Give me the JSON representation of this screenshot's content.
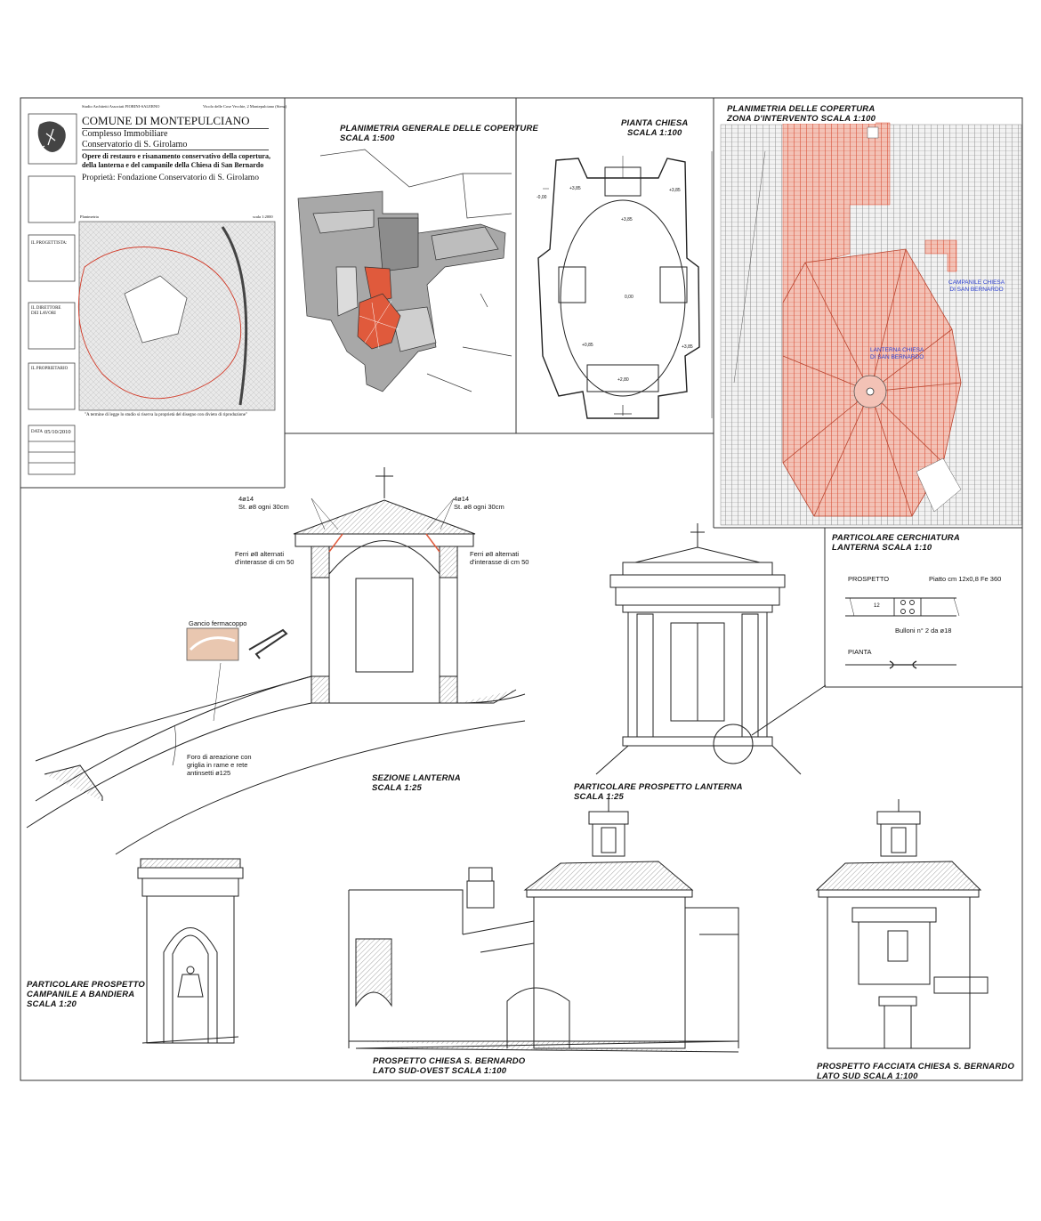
{
  "title_block": {
    "studio": "Studio Architetti Associati FIORINI-SALERNO",
    "address": "Vicolo delle Cose Vecchie, 2 Montepulciano (Siena)",
    "municipality": "COMUNE DI MONTEPULCIANO",
    "complex_line1": "Complesso Immobiliare",
    "complex_line2": "Conservatorio di S. Girolamo",
    "works_line1": "Opere di restauro e risanamento conservativo della copertura,",
    "works_line2": "della lanterna e del campanile della Chiesa di San Bernardo",
    "property": "Proprietà: Fondazione Conservatorio di S. Girolamo",
    "map_label": "Planimetria",
    "map_scale": "scala 1:2000",
    "role_designer": "IL PROGETTISTA:",
    "role_director_1": "IL DIRETTORE",
    "role_director_2": "DEI LAVORI",
    "role_owner": "IL PROPRIETARIO",
    "copyright": "\"A termine di legge lo studio si riserva la proprietà del disegno con divieto di riproduzione\"",
    "date_label": "DATA",
    "date_value": "05/10/2010"
  },
  "panels": {
    "roof_general": {
      "title_1": "PLANIMETRIA GENERALE DELLE COPERTURE",
      "title_2": "SCALA 1:500"
    },
    "church_plan": {
      "title_1": "PIANTA CHIESA",
      "title_2": "SCALA 1:100",
      "levels": [
        "+3,85",
        "+3,85",
        "+3,85",
        "+3,85",
        "0,00",
        "+0,85",
        "-0,00",
        "+2,80"
      ]
    },
    "roof_zone": {
      "title_1": "PLANIMETRIA DELLE COPERTURA",
      "title_2": "ZONA D'INTERVENTO SCALA  1:100",
      "label_bell_1": "CAMPANILE CHIESA",
      "label_bell_2": "DI SAN BERNARDO",
      "label_lantern_1": "LANTERNA CHIESA",
      "label_lantern_2": "DI SAN BERNARDO"
    },
    "section": {
      "title_1": "SEZIONE LANTERNA",
      "title_2": "SCALA 1:25",
      "rebar_left_1": "4ø14",
      "rebar_left_2": "St. ø8 ogni 30cm",
      "rebar_right_1": "4ø14",
      "rebar_right_2": "St. ø8 ogni 30cm",
      "ferri_left_1": "Ferri ø8 alternati",
      "ferri_left_2": "d'interasse di cm 50",
      "ferri_right_1": "Ferri ø8 alternati",
      "ferri_right_2": "d'interasse di cm 50",
      "hook": "Gancio fermacoppo",
      "vent_1": "Foro di areazione con",
      "vent_2": "griglia in rame e rete",
      "vent_3": "antinsetti ø125"
    },
    "lantern_elev": {
      "title_1": "PARTICOLARE PROSPETTO LANTERNA",
      "title_2": "SCALA 1:25"
    },
    "ring_detail": {
      "title_1": "PARTICOLARE CERCHIATURA",
      "title_2": "LANTERNA SCALA 1:10",
      "prospetto": "PROSPETTO",
      "plate": "Piatto cm 12x0,8 Fe 360",
      "dim": "12",
      "bolts": "Bulloni n° 2 da ø18",
      "pianta": "PIANTA"
    },
    "belfry": {
      "title_1": "PARTICOLARE PROSPETTO",
      "title_2": "CAMPANILE A BANDIERA",
      "title_3": "SCALA 1:20"
    },
    "sw_elev": {
      "title_1": "PROSPETTO CHIESA S. BERNARDO",
      "title_2": "LATO SUD-OVEST SCALA 1:100"
    },
    "s_elev": {
      "title_1": "PROSPETTO FACCIATA CHIESA S. BERNARDO",
      "title_2": "LATO SUD SCALA 1:100"
    }
  },
  "colors": {
    "roof_highlight": "#e05a3c",
    "roof_tile_red": "#e8806a",
    "roof_grey": "#9a9a9a",
    "annotation_blue": "#2b3fd0",
    "line": "#222222"
  }
}
